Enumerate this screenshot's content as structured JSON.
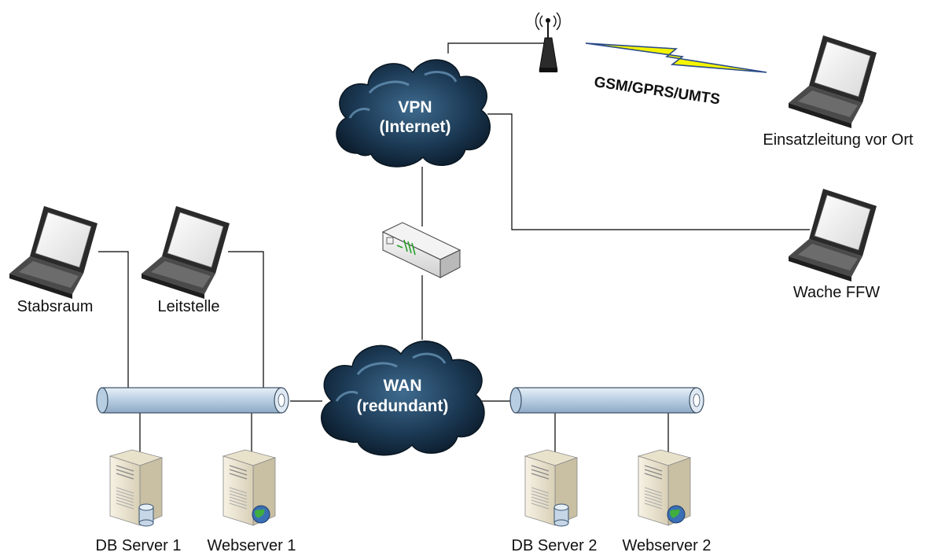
{
  "clouds": {
    "vpn": {
      "line1": "VPN",
      "line2": "(Internet)"
    },
    "wan": {
      "line1": "WAN",
      "line2": "(redundant)"
    }
  },
  "wireless": {
    "label": "GSM/GPRS/UMTS"
  },
  "laptops": {
    "stabsraum": "Stabsraum",
    "leitstelle": "Leitstelle",
    "einsatzleitung": "Einsatzleitung vor Ort",
    "wache": "Wache FFW"
  },
  "servers": {
    "db1": "DB Server 1",
    "web1": "Webserver 1",
    "db2": "DB Server 2",
    "web2": "Webserver 2"
  },
  "colors": {
    "cloud_dark": "#0e2233",
    "cloud_light": "#4f80a4",
    "bus_fill": "#c8d9ea",
    "lightning": "#f5f500",
    "server_body": "#efe7d0",
    "globe": "#3a6fb5"
  },
  "icons": {
    "laptop": "laptop-icon",
    "server": "server-icon",
    "database": "database-badge-icon",
    "globe": "globe-badge-icon",
    "router": "router-icon",
    "antenna": "antenna-icon",
    "cloud": "cloud-icon",
    "lightning": "lightning-icon"
  }
}
